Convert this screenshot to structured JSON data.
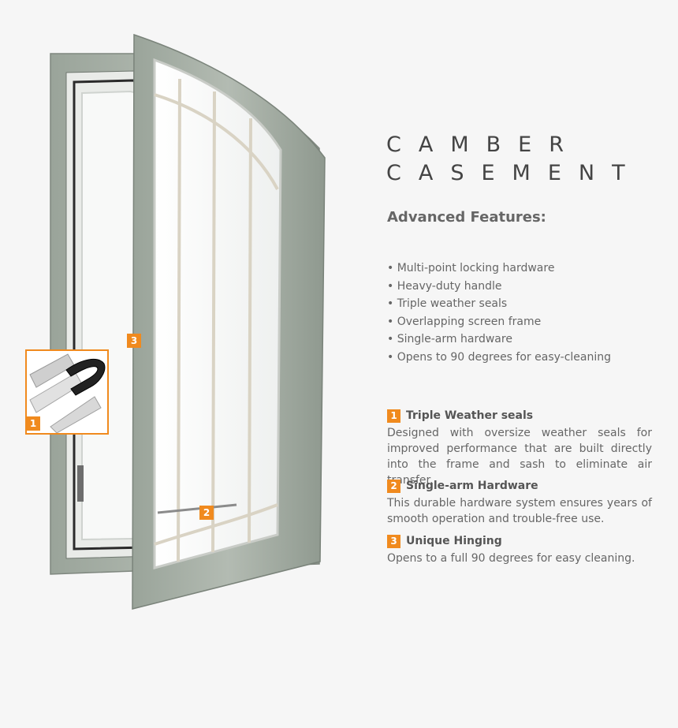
{
  "product": {
    "title_line1": "CAMBER",
    "title_line2": "CASEMENT"
  },
  "features": {
    "heading": "Advanced Features:",
    "items": [
      "Multi-point locking hardware",
      "Heavy-duty handle",
      "Triple weather seals",
      "Overlapping screen frame",
      "Single-arm hardware",
      "Opens to 90 degrees for easy-cleaning"
    ]
  },
  "details": [
    {
      "number": "1",
      "heading": "Triple Weather seals",
      "body": "Designed with oversize weather seals for improved performance that are built directly into the frame and sash to eliminate air transfer."
    },
    {
      "number": "2",
      "heading": "Single-arm Hardware",
      "body": "This durable hardware system ensures years of smooth operation and trouble-free use."
    },
    {
      "number": "3",
      "heading": "Unique Hinging",
      "body": "Opens to a full 90 degrees for easy cleaning."
    }
  ],
  "callouts": [
    "1",
    "2",
    "3"
  ],
  "colors": {
    "accent": "#f08a1e",
    "frame": "#a7b0a6",
    "background": "#f6f6f6"
  }
}
